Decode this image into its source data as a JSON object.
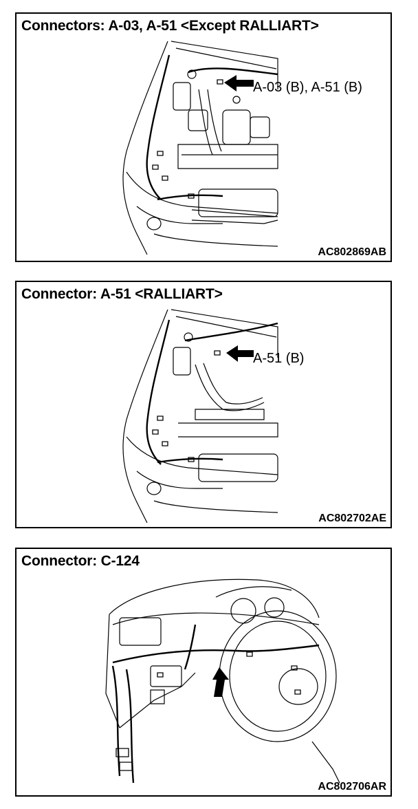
{
  "panels": [
    {
      "title": "Connectors: A-03, A-51 <Except RALLIART>",
      "callout": "A-03 (B), A-51 (B)",
      "figure_id": "AC802869AB"
    },
    {
      "title": "Connector: A-51 <RALLIART>",
      "callout": "A-51 (B)",
      "figure_id": "AC802702AE"
    },
    {
      "title": "Connector: C-124",
      "figure_id": "AC802706AR"
    }
  ]
}
